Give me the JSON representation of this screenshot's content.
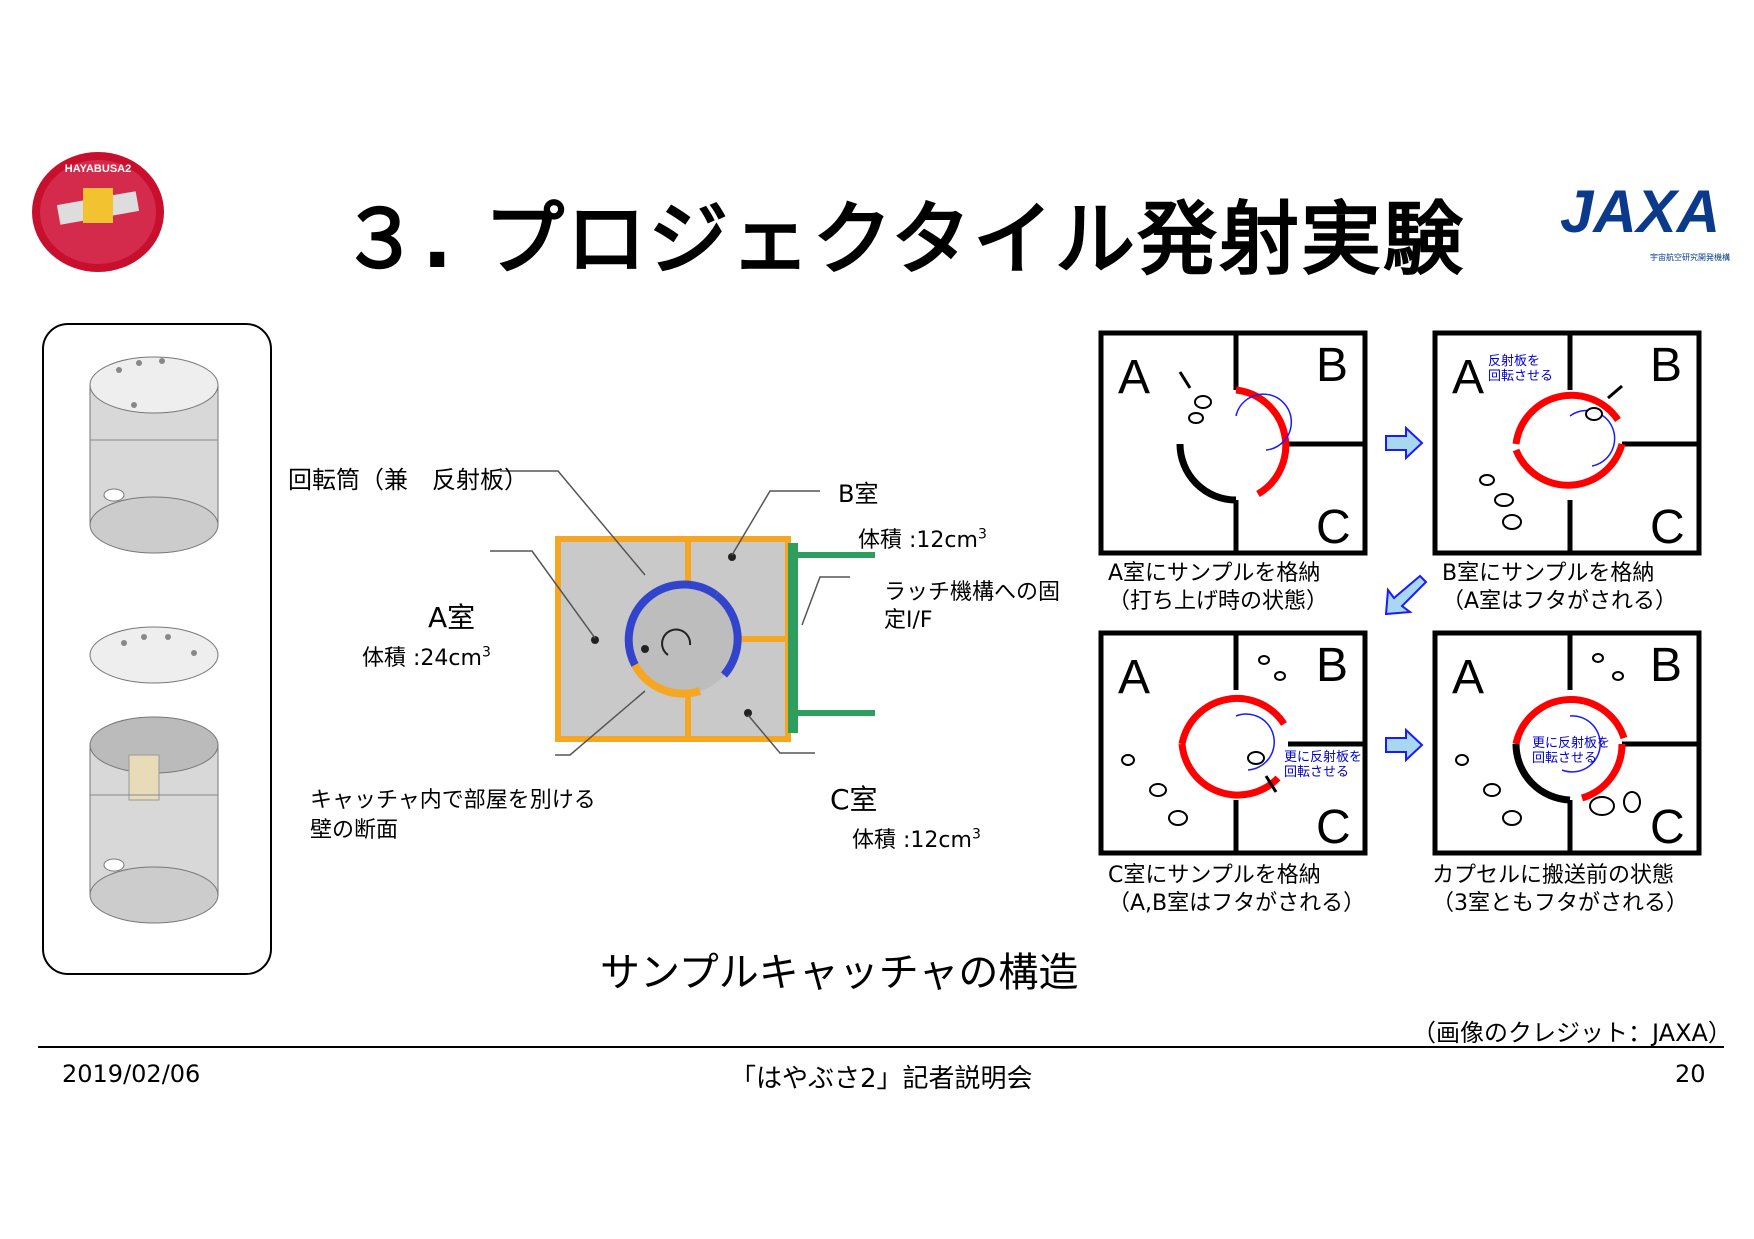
{
  "slide": {
    "title": "３. プロジェクタイル発射実験",
    "caption": "サンプルキャッチャの構造",
    "credit": "（画像のクレジット：JAXA）",
    "date": "2019/02/06",
    "event": "「はやぶさ2」記者説明会",
    "page_number": "20"
  },
  "logos": {
    "hayabusa_text": "HAYABUSA2",
    "jaxa_text": "JAXA",
    "jaxa_subtitle": "宇宙航空研究開発機構"
  },
  "diagram": {
    "label_rotating": "回転筒（兼　反射板）",
    "label_room_b": "B室",
    "vol_b": "体積 :12cm",
    "label_latch": "ラッチ機構への固",
    "label_latch2": "定I/F",
    "label_room_a": "A室",
    "vol_a": "体積 :24cm",
    "label_wall": "キャッチャ内で部屋を別ける",
    "label_wall2": "壁の断面",
    "label_room_c": "C室",
    "vol_c": "体積 :12cm",
    "sup3": "3"
  },
  "panels": {
    "letter_a": "A",
    "letter_b": "B",
    "letter_c": "C",
    "p1_cap1": "A室にサンプルを格納",
    "p1_cap2": "（打ち上げ時の状態）",
    "p2_cap1": "B室にサンプルを格納",
    "p2_cap2": "（A室はフタがされる）",
    "p3_cap1": "C室にサンプルを格納",
    "p3_cap2": "（A,B室はフタがされる）",
    "p4_cap1": "カプセルに搬送前の状態",
    "p4_cap2": "（3室ともフタがされる）",
    "p2_note1": "反射板を",
    "p2_note2": "回転させる",
    "p3_note1": "更に反射板を",
    "p3_note2": "回転させる",
    "p4_note1": "更に反射板を",
    "p4_note2": "回転させる"
  },
  "colors": {
    "red_lid": "#ff0000",
    "blue_arrow": "#1a1aff",
    "orange_wall": "#f5a623",
    "green_latch": "#2e9e5e",
    "blue_ring": "#3344cc"
  }
}
